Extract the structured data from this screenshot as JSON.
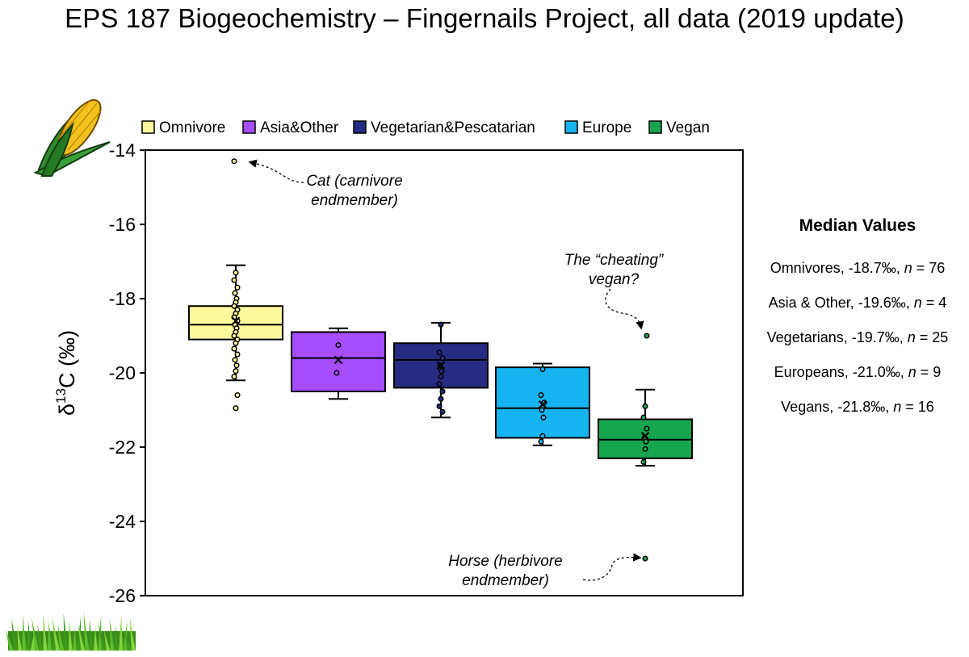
{
  "title": "EPS 187 Biogeochemistry – Fingernails Project, all data (2019 update)",
  "chart_data": {
    "type": "box",
    "ylabel": "δ13C (‰)",
    "ylabel_symbol": "δ",
    "ylabel_sup": "13",
    "ylabel_rest": "C (‰)",
    "ylim": [
      -26,
      -14
    ],
    "yticks": [
      -14,
      -16,
      -18,
      -20,
      -22,
      -24,
      -26
    ],
    "legend_position": "top",
    "series": [
      {
        "name": "Omnivore",
        "color": "#fbf99b",
        "q1": -19.1,
        "median": -18.7,
        "q3": -18.2,
        "whisker_low": -20.2,
        "whisker_high": -17.1,
        "mean": -18.6,
        "points": [
          -17.3,
          -17.5,
          -17.7,
          -17.85,
          -18.0,
          -18.1,
          -18.2,
          -18.3,
          -18.4,
          -18.5,
          -18.6,
          -18.7,
          -18.8,
          -18.9,
          -19.0,
          -19.1,
          -19.2,
          -19.35,
          -19.5,
          -19.65,
          -19.8,
          -19.95,
          -20.1,
          -20.6,
          -20.95,
          -14.3
        ]
      },
      {
        "name": "Asia&Other",
        "color": "#a64dff",
        "q1": -20.5,
        "median": -19.6,
        "q3": -18.9,
        "whisker_low": -20.7,
        "whisker_high": -18.8,
        "mean": -19.65,
        "points": [
          -19.25,
          -20.0
        ]
      },
      {
        "name": "Vegetarian&Pescatarian",
        "color": "#262c82",
        "q1": -20.4,
        "median": -19.65,
        "q3": -19.2,
        "whisker_low": -21.2,
        "whisker_high": -18.65,
        "mean": -19.8,
        "points": [
          -18.7,
          -19.45,
          -19.6,
          -19.8,
          -19.95,
          -20.1,
          -20.3,
          -20.5,
          -20.7,
          -20.9,
          -21.05
        ]
      },
      {
        "name": "Europe",
        "color": "#15b4f1",
        "q1": -21.75,
        "median": -20.95,
        "q3": -19.85,
        "whisker_low": -21.95,
        "whisker_high": -19.75,
        "mean": -20.85,
        "points": [
          -19.9,
          -20.6,
          -20.8,
          -21.0,
          -21.2,
          -21.7,
          -21.85
        ]
      },
      {
        "name": "Vegan",
        "color": "#17a650",
        "q1": -22.3,
        "median": -21.8,
        "q3": -21.25,
        "whisker_low": -22.5,
        "whisker_high": -20.45,
        "mean": -21.7,
        "points": [
          -20.9,
          -21.2,
          -21.5,
          -21.75,
          -21.85,
          -22.05,
          -22.4,
          -19.0,
          -25.0
        ]
      }
    ],
    "annotations": [
      {
        "line1": "Cat (carnivore",
        "line2": "endmember)"
      },
      {
        "line1": "The “cheating”",
        "line2": "vegan?"
      },
      {
        "line1": "Horse (herbivore",
        "line2": "endmember)"
      }
    ]
  },
  "median_panel": {
    "title": "Median Values",
    "rows": [
      {
        "label": "Omnivores, -18.7‰, ",
        "n_label": "n",
        "n_value": " = 76"
      },
      {
        "label": "Asia & Other, -19.6‰, ",
        "n_label": "n",
        "n_value": " = 4"
      },
      {
        "label": "Vegetarians, -19.7‰, ",
        "n_label": "n",
        "n_value": " = 25"
      },
      {
        "label": "Europeans, -21.0‰, ",
        "n_label": "n",
        "n_value": " = 9"
      },
      {
        "label": "Vegans, -21.8‰, ",
        "n_label": "n",
        "n_value": " = 16"
      }
    ]
  },
  "icons": {
    "corn": "corn-icon",
    "grass": "grass-icon"
  }
}
